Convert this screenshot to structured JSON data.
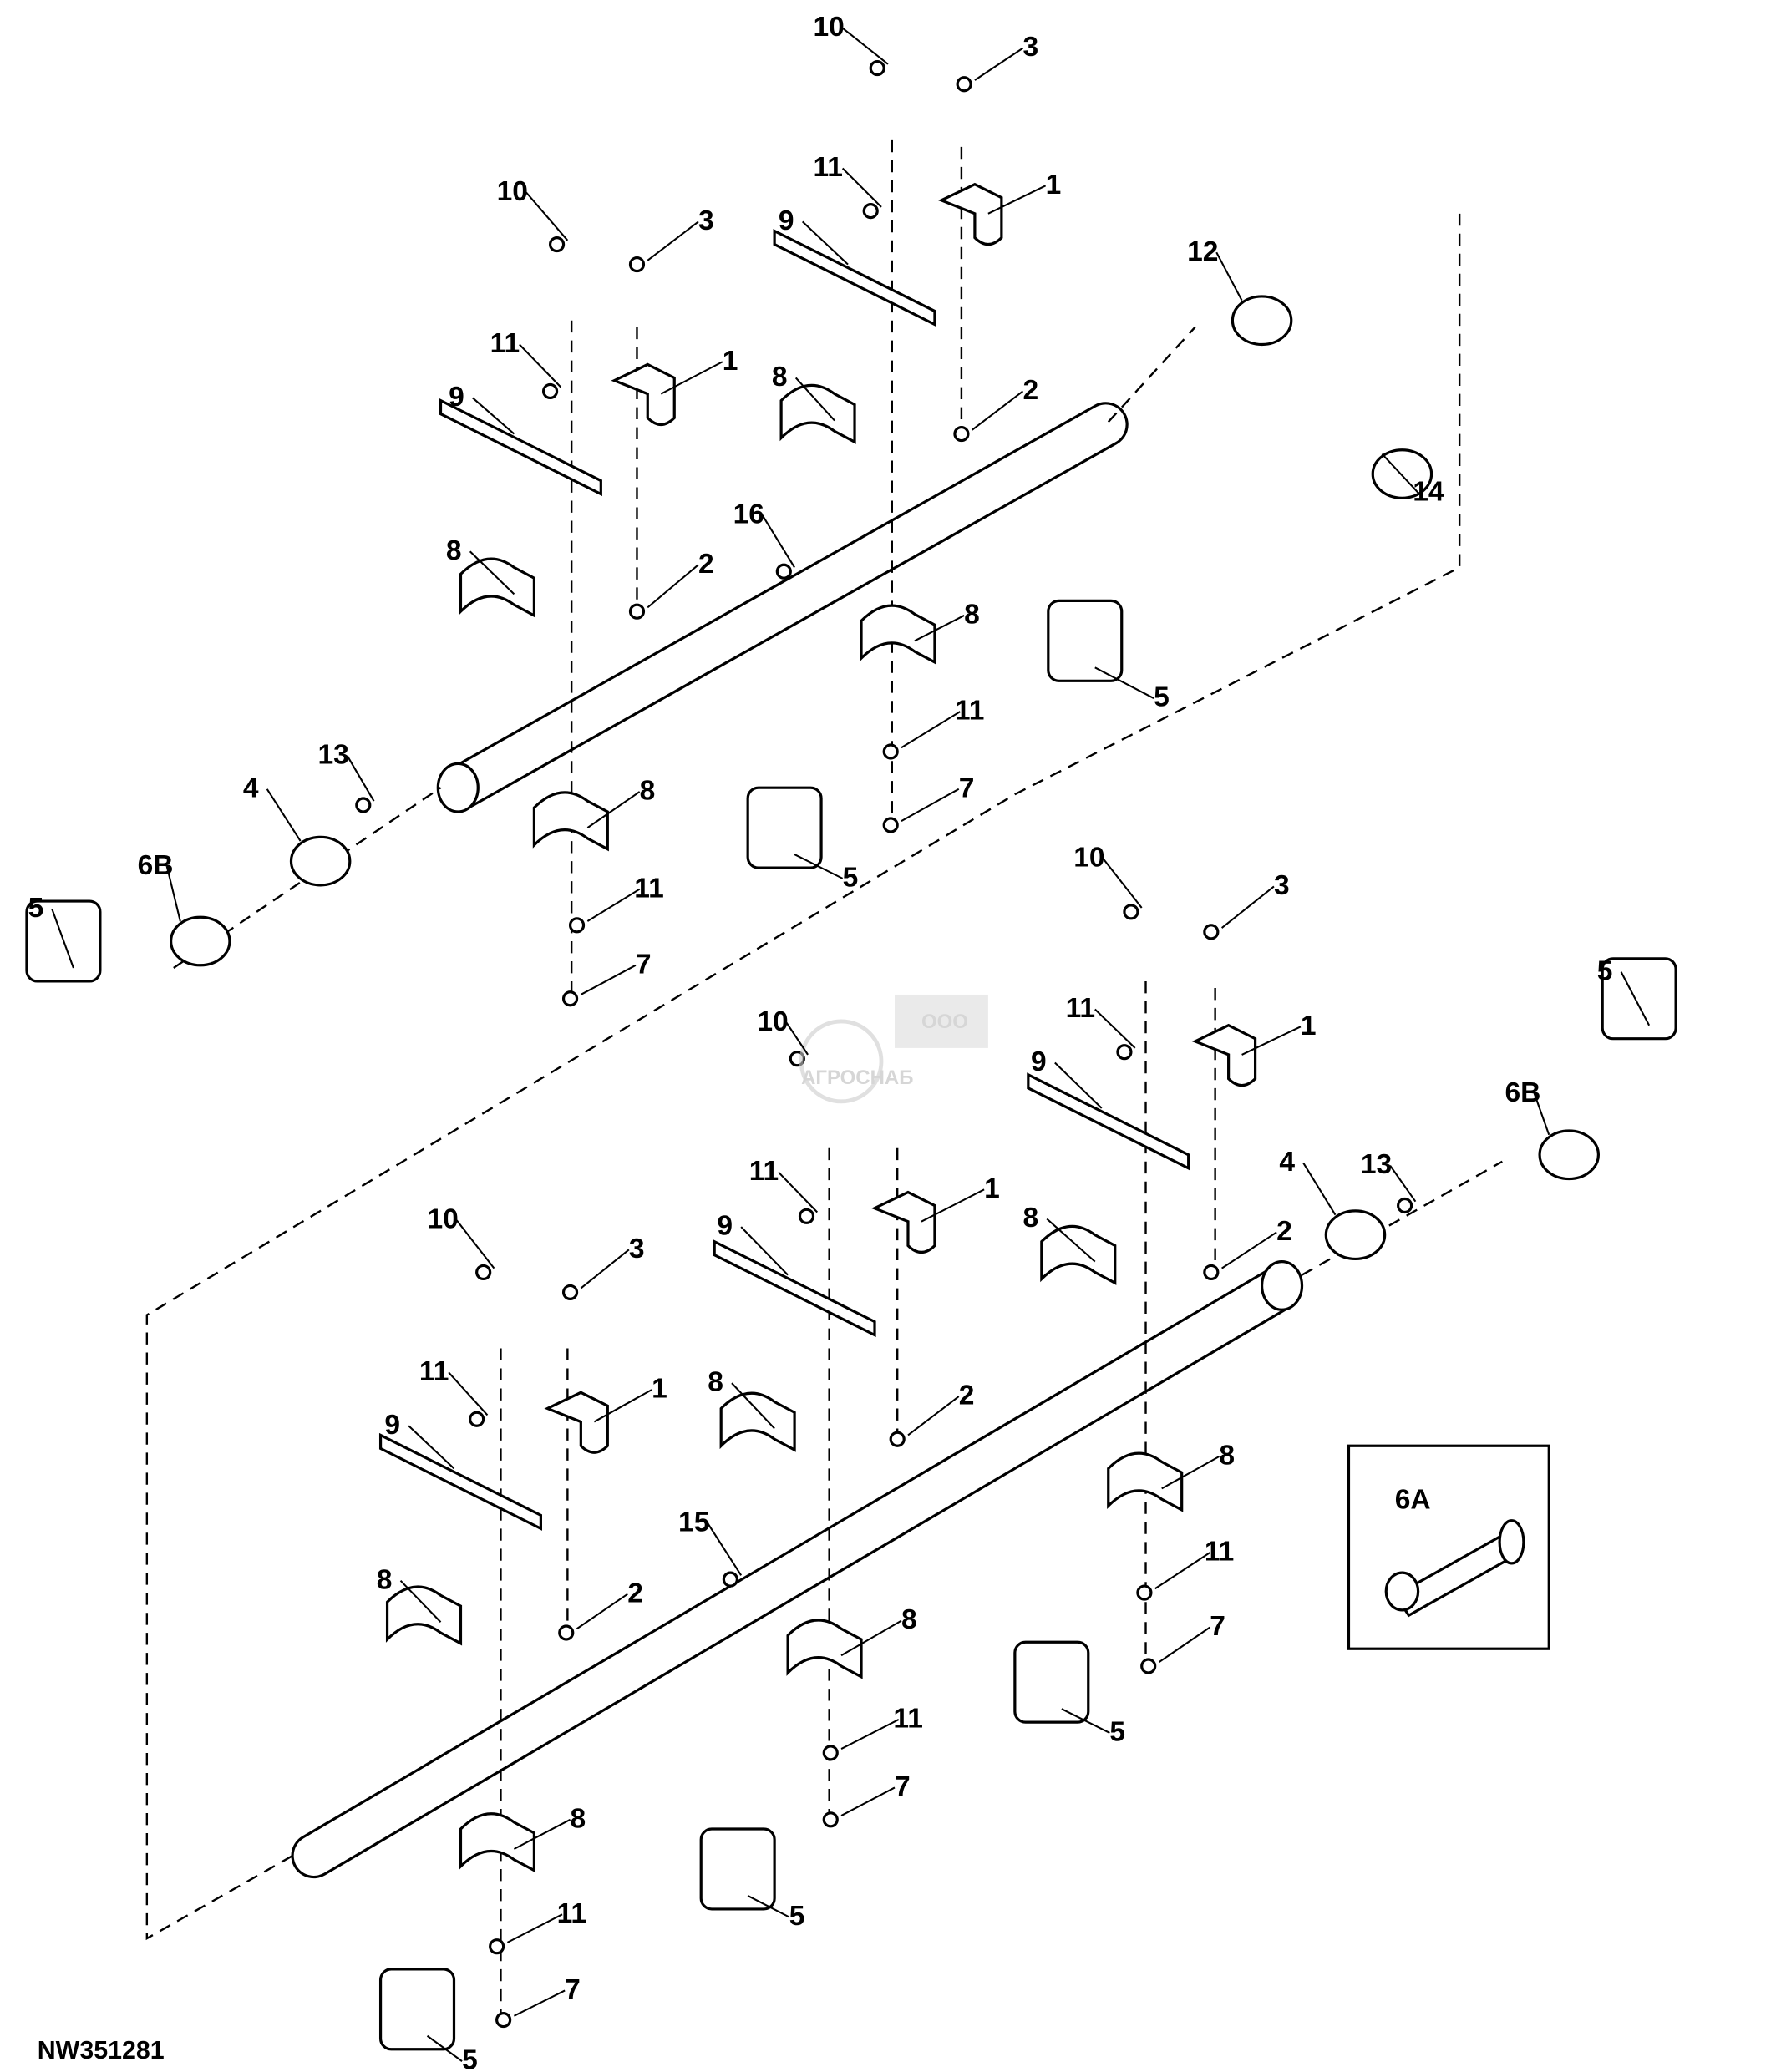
{
  "figure_id": "NW351281",
  "watermark": {
    "text": "АГРОСНАБ",
    "prefix": "ООО"
  },
  "inset_label": "6A",
  "callouts": [
    "10",
    "3",
    "11",
    "1",
    "9",
    "12",
    "10",
    "3",
    "11",
    "1",
    "9",
    "8",
    "2",
    "14",
    "16",
    "8",
    "2",
    "8",
    "5",
    "11",
    "13",
    "8",
    "7",
    "4",
    "6B",
    "5",
    "11",
    "5",
    "7",
    "10",
    "3",
    "5",
    "11",
    "1",
    "10",
    "9",
    "6B",
    "13",
    "4",
    "11",
    "1",
    "10",
    "3",
    "9",
    "8",
    "2",
    "11",
    "1",
    "8",
    "2",
    "9",
    "8",
    "15",
    "11",
    "8",
    "2",
    "7",
    "8",
    "5",
    "11",
    "8",
    "7",
    "5",
    "11",
    "7",
    "5"
  ]
}
